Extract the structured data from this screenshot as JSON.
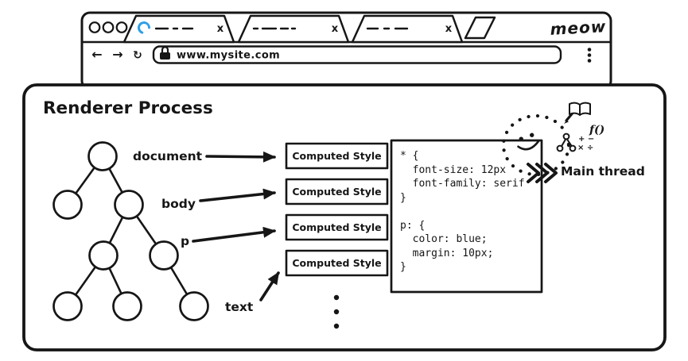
{
  "browser": {
    "brand": "meow",
    "tabs": [
      {
        "close_label": "x",
        "has_spinner": true
      },
      {
        "close_label": "x"
      },
      {
        "close_label": "x"
      }
    ],
    "nav": {
      "back": "←",
      "forward": "→",
      "reload": "↻"
    },
    "url": "www.mysite.com"
  },
  "renderer": {
    "title": "Renderer Process",
    "tree_labels": [
      "document",
      "body",
      "p",
      "text"
    ],
    "boxes": [
      "Computed Style",
      "Computed Style",
      "Computed Style",
      "Computed Style"
    ],
    "css_code": "* {\n  font-size: 12px\n  font-family: serif\n}\n\np: {\n  color: blue;\n  margin: 10px;\n}",
    "main_thread": "Main thread",
    "doodles": {
      "function": "f()",
      "math_row1": "+ −",
      "math_row2": "× ÷"
    }
  },
  "colors": {
    "ink": "#161616",
    "spinner_blue": "#2f9fe8"
  }
}
